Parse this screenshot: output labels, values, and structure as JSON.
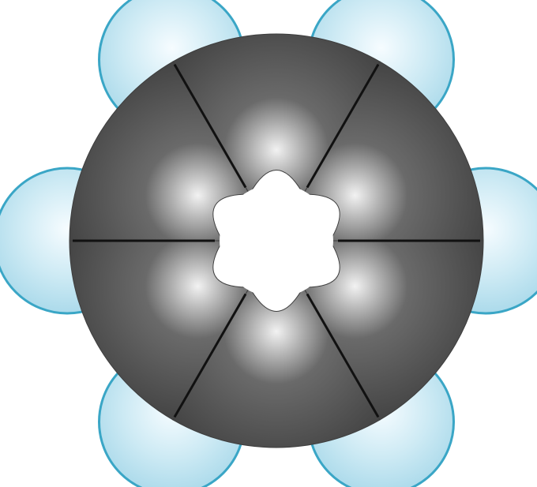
{
  "molecule": {
    "style": "space-filling",
    "carbon_atom_count": 6,
    "hydrogen_atom_count": 6,
    "colors": {
      "background": "#ffffff",
      "carbon_dark": "#3e3e3e",
      "carbon_mid": "#6a6a6a",
      "carbon_highlight": "#f2f2f2",
      "hydrogen_fill": "#cdeaf4",
      "hydrogen_highlight": "#f6fcff",
      "hydrogen_edge": "#3aa6c6",
      "seam": "#111111"
    }
  }
}
